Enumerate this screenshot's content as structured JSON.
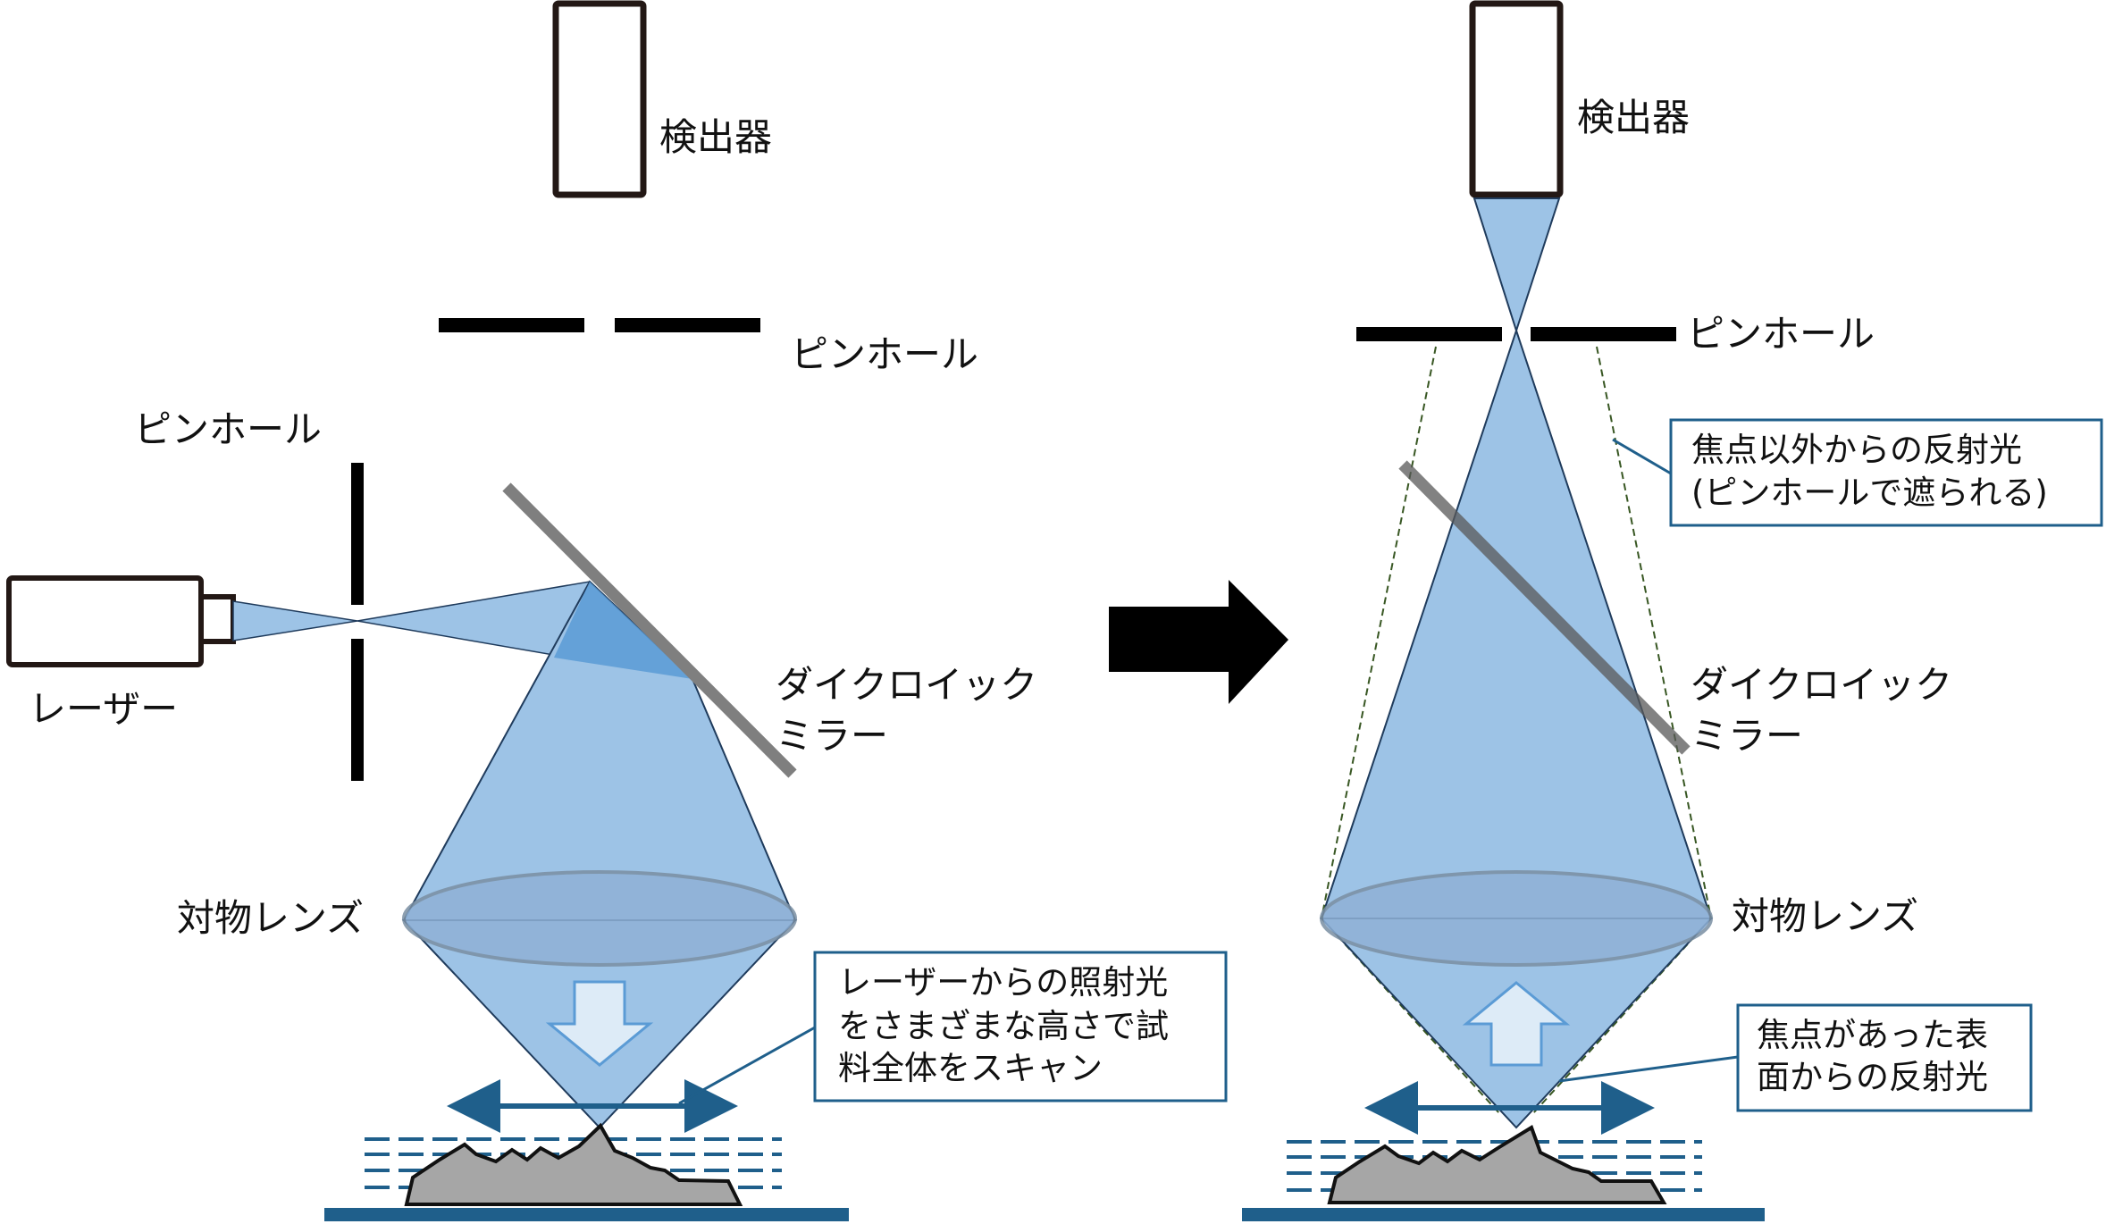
{
  "left": {
    "detector": "検出器",
    "pinhole_top": "ピンホール",
    "pinhole_side": "ピンホール",
    "laser": "レーザー",
    "mirror": [
      "ダイクロイック",
      "ミラー"
    ],
    "lens": "対物レンズ",
    "callout": [
      "レーザーからの照射光",
      "をさまざまな高さで試",
      "料全体をスキャン"
    ]
  },
  "right": {
    "detector": "検出器",
    "pinhole": "ピンホール",
    "callout_top": [
      "焦点以外からの反射光",
      "(ピンホールで遮られる)"
    ],
    "mirror": [
      "ダイクロイック",
      "ミラー"
    ],
    "lens": "対物レンズ",
    "callout_bottom": [
      "焦点があった表",
      "面からの反射光"
    ]
  },
  "colors": {
    "beam": "#9dc3e6",
    "beam_dark": "#5b9bd5",
    "navy": "#1f5f8b",
    "mirror": "#7f7f7f",
    "sample": "#a6a6a6",
    "arrow_fill": "#ddebf7",
    "dashed_green": "#385723"
  }
}
